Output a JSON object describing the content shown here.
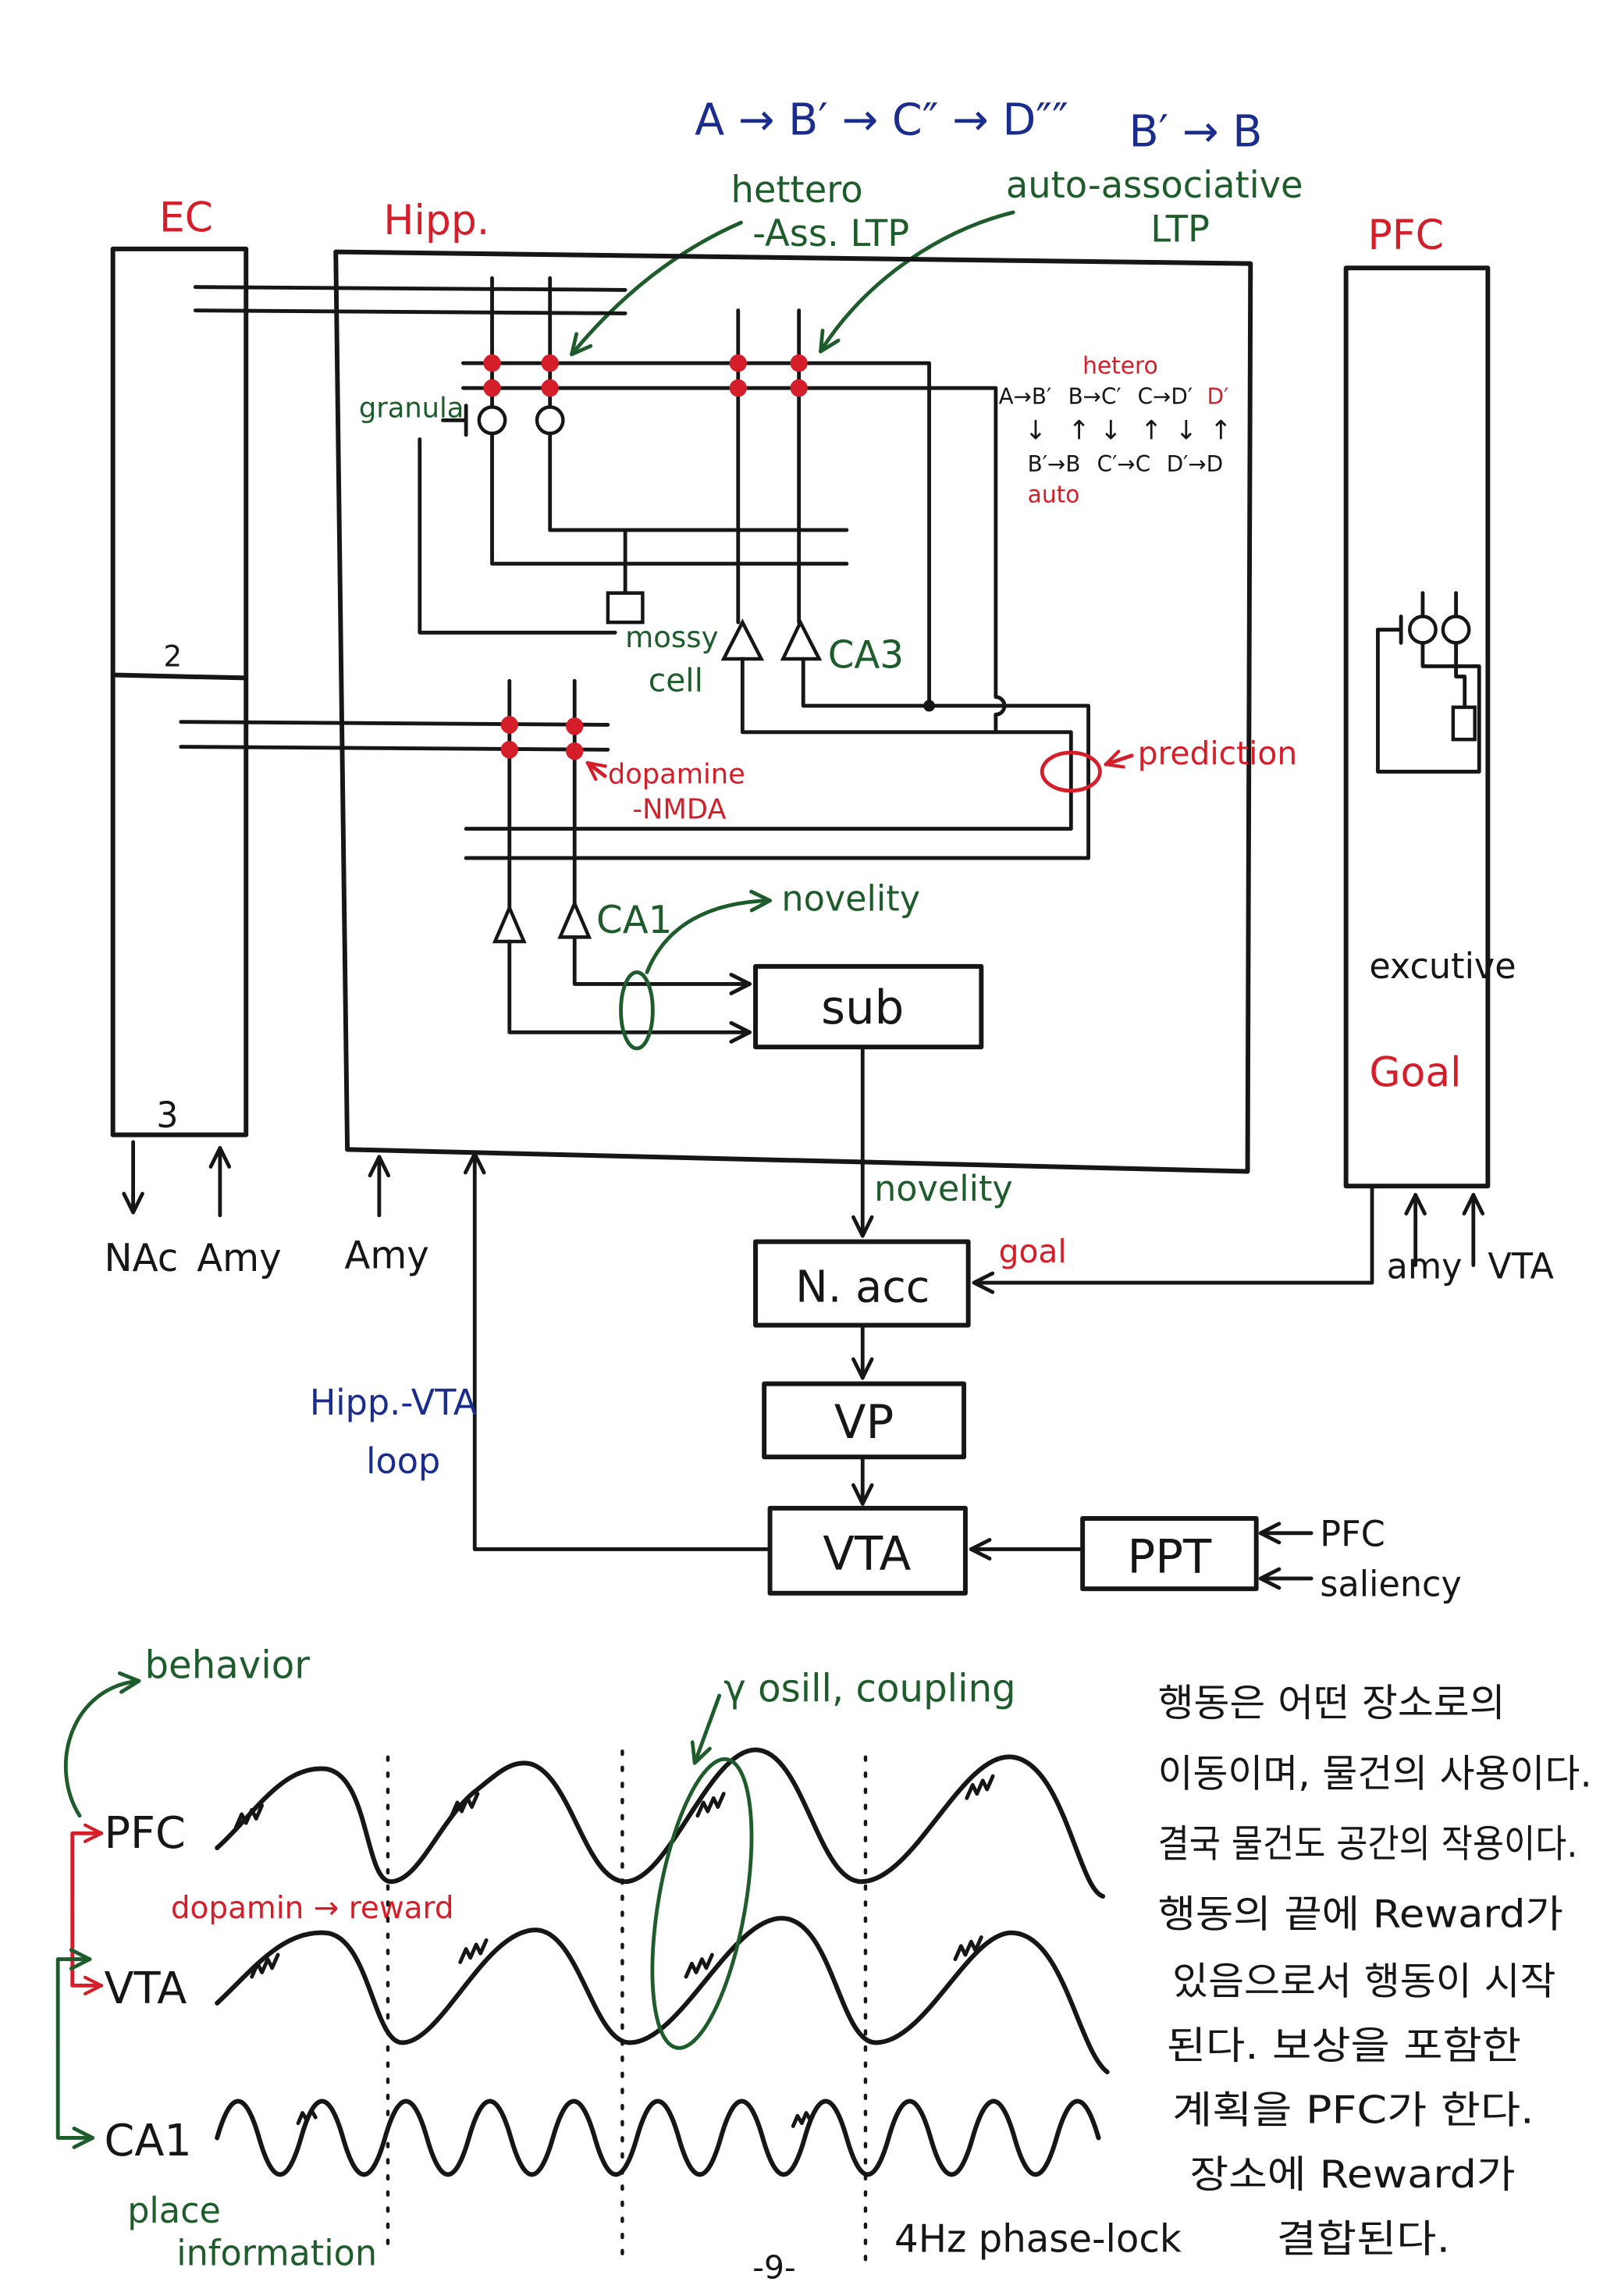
{
  "colors": {
    "paper": "#ffffff",
    "ink": "#161616",
    "red": "#d41f2b",
    "green": "#1e5c2c",
    "blue": "#1b2d8c"
  },
  "top_notes": {
    "sequence": "A → B′ → C″ → D″″",
    "reverse": "B′ → B",
    "hetero_ltp": [
      "hettero",
      "-Ass. LTP"
    ],
    "auto_ltp": [
      "auto-associative",
      "LTP"
    ]
  },
  "regions": {
    "ec": "EC",
    "hipp": "Hipp.",
    "pfc": "PFC",
    "ec_layer_2": "2",
    "ec_layer_3": "3"
  },
  "hippocampus": {
    "granula": "granula",
    "mossy_cell": [
      "mossy",
      "cell"
    ],
    "ca3": "CA3",
    "prediction": "prediction",
    "dopamine_nmda": [
      "dopamine",
      "-NMDA"
    ],
    "ca1": "CA1",
    "novelity": "novelity",
    "sub": "sub",
    "scheme": {
      "hetero": "hetero",
      "row1": [
        "A→B′",
        "B→C′",
        "C→D′",
        "D′"
      ],
      "arrows": [
        "↓",
        "↑",
        "↓",
        "↑",
        "↓",
        "↑"
      ],
      "row2": [
        "B′→B",
        "C′→C",
        "D′→D"
      ],
      "auto": "auto"
    }
  },
  "pfc": {
    "executive": "excutive",
    "goal": "Goal",
    "inputs": [
      "amy",
      "VTA"
    ]
  },
  "ec_io": {
    "output": "NAc",
    "input": "Amy"
  },
  "hipp_input": "Amy",
  "circuit": {
    "novelity": "novelity",
    "nacc": "N. acc",
    "goal": "goal",
    "vp": "VP",
    "vta": "VTA",
    "ppt": "PPT",
    "ppt_inputs": [
      "PFC",
      "saliency"
    ],
    "hipp_vta_loop": [
      "Hipp.-VTA",
      "loop"
    ]
  },
  "oscillations": {
    "behavior": "behavior",
    "coupling": "γ osill, coupling",
    "traces": [
      "PFC",
      "VTA",
      "CA1"
    ],
    "dopamine_reward": "dopamin → reward",
    "place_information": [
      "place",
      "information"
    ],
    "phase_lock": "4Hz phase-lock"
  },
  "notes": [
    "행동은 어떤 장소로의",
    "이동이며, 물건의 사용이다.",
    "결국 물건도 공간의 작용이다.",
    "행동의 끝에 Reward가",
    "있음으로서 행동이 시작",
    "된다. 보상을 포함한",
    "계획을 PFC가 한다.",
    "장소에 Reward가",
    "결합된다."
  ],
  "page_number": "-9-"
}
